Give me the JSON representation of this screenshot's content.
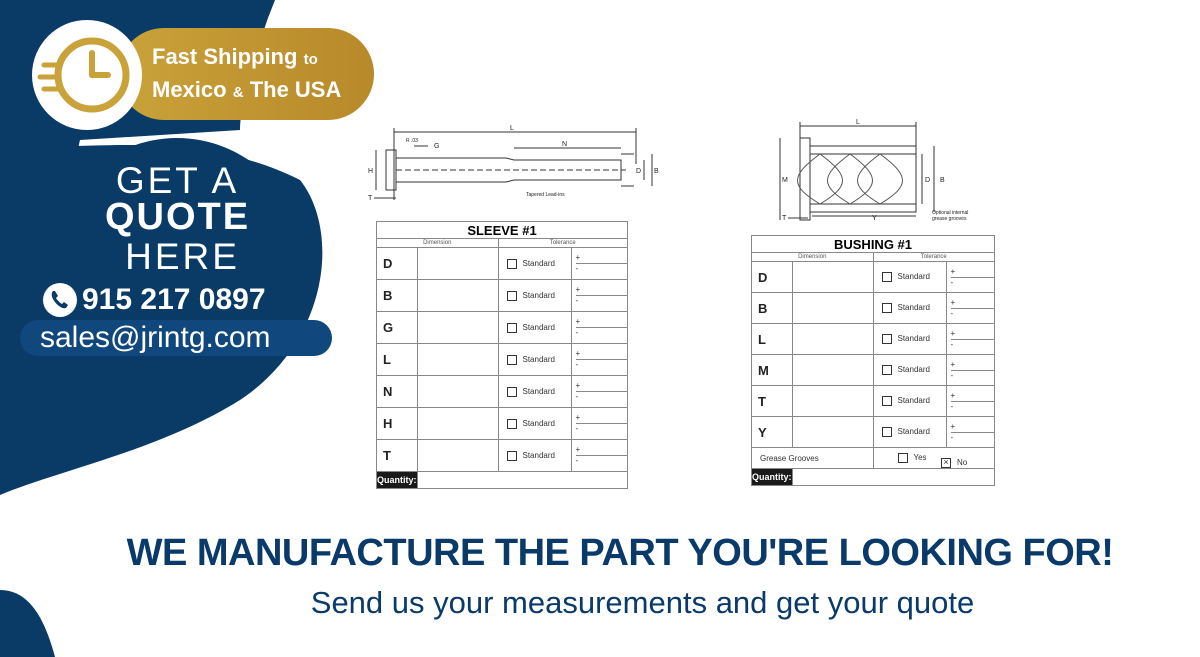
{
  "shipping": {
    "line1_main": "Fast Shipping",
    "line1_small": "to",
    "line2_main": "Mexico",
    "line2_small": "&",
    "line2_end": "The USA",
    "icon": "clock-icon"
  },
  "quote": {
    "line1": "GET A",
    "line2": "QUOTE",
    "line3": "HERE",
    "phone": "915 217 0897",
    "email": "sales@jrintg.com"
  },
  "sleeve": {
    "title": "SLEEVE #1",
    "dim_header": "Dimension",
    "tol_header": "Tolerance",
    "rows": [
      "D",
      "B",
      "G",
      "L",
      "N",
      "H",
      "T"
    ],
    "standard_label": "Standard",
    "plus": "+",
    "minus": "-",
    "quantity_label": "Quantity:",
    "drawing_labels": {
      "l": "L",
      "g": "G",
      "n": "N",
      "h": "H",
      "t": "T",
      "d": "D",
      "b": "B",
      "r": "R .03",
      "taper": "Tapered Lead-ins"
    }
  },
  "bushing": {
    "title": "BUSHING #1",
    "dim_header": "Dimension",
    "tol_header": "Tolerance",
    "rows": [
      "D",
      "B",
      "L",
      "M",
      "T",
      "Y"
    ],
    "standard_label": "Standard",
    "plus": "+",
    "minus": "-",
    "grease_label": "Grease Grooves",
    "yes_label": "Yes",
    "no_label": "No",
    "quantity_label": "Quantity:",
    "drawing_labels": {
      "l": "L",
      "m": "M",
      "t": "T",
      "y": "Y",
      "d": "D",
      "b": "B",
      "note1": "Optional internal",
      "note2": "grease grooves"
    }
  },
  "footer": {
    "headline": "WE MANUFACTURE THE PART YOU'RE LOOKING FOR!",
    "subline": "Send us your measurements and get your quote"
  },
  "colors": {
    "navy": "#0a3a66",
    "gold": "#c9a23a"
  }
}
